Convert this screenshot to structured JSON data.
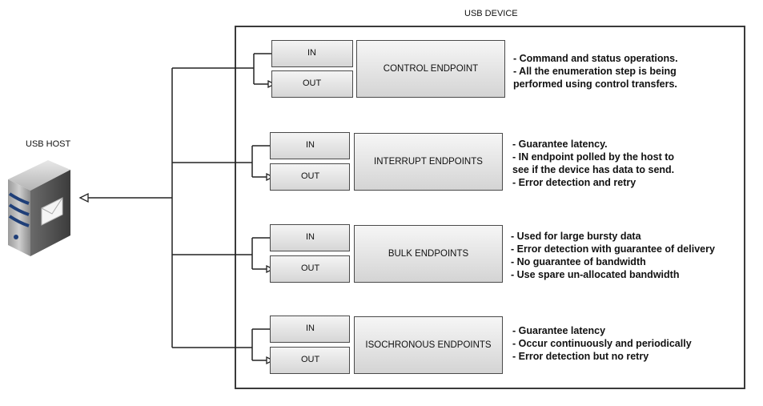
{
  "device_title": "USB DEVICE",
  "host_title": "USB HOST",
  "icons": {
    "host": "server-mail-icon",
    "arrow": "hollow-arrowhead-icon"
  },
  "endpoints": [
    {
      "name": "CONTROL ENDPOINT",
      "in_label": "IN",
      "out_label": "OUT",
      "description": [
        "- Command and status operations.",
        "- All the enumeration step is being",
        "performed using control transfers."
      ]
    },
    {
      "name": "INTERRUPT ENDPOINTS",
      "in_label": "IN",
      "out_label": "OUT",
      "description": [
        "- Guarantee latency.",
        "- IN endpoint polled by the host to",
        "see if the device has data to send.",
        "- Error detection and retry"
      ]
    },
    {
      "name": "BULK ENDPOINTS",
      "in_label": "IN",
      "out_label": "OUT",
      "description": [
        "- Used  for large bursty data",
        "- Error detection with guarantee of delivery",
        "- No guarantee of bandwidth",
        "- Use spare un-allocated bandwidth"
      ]
    },
    {
      "name": "ISOCHRONOUS ENDPOINTS",
      "in_label": "IN",
      "out_label": "OUT",
      "description": [
        "- Guarantee latency",
        "- Occur continuously and periodically",
        "- Error detection but no retry"
      ]
    }
  ]
}
